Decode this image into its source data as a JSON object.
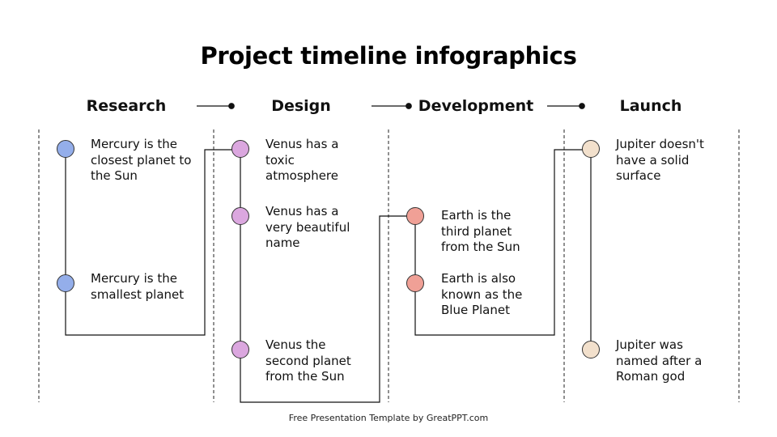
{
  "title": "Project timeline infographics",
  "phases": [
    {
      "label": "Research"
    },
    {
      "label": "Design"
    },
    {
      "label": "Development"
    },
    {
      "label": "Launch"
    }
  ],
  "colors": {
    "research": "#94aeea",
    "design": "#dba7df",
    "development": "#f0a096",
    "launch": "#f2e0cc",
    "line": "#111111"
  },
  "notes": {
    "research": [
      "Mercury is the closest planet to the Sun",
      "Mercury is the smallest planet"
    ],
    "design": [
      "Venus has a toxic atmosphere",
      "Venus has a very beautiful name",
      "Venus the second planet from the Sun"
    ],
    "development": [
      "Earth is the third planet from the Sun",
      "Earth is also known as the Blue Planet"
    ],
    "launch": [
      "Jupiter doesn't have a solid surface",
      "Jupiter was named after a Roman god"
    ]
  },
  "footer": "Free Presentation Template by GreatPPT.com"
}
